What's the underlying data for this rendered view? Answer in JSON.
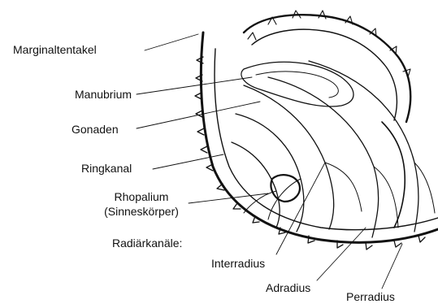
{
  "labels": {
    "marginaltentakel": "Marginaltentakel",
    "manubrium": "Manubrium",
    "gonaden": "Gonaden",
    "ringkanal": "Ringkanal",
    "rhopalium_line1": "Rhopalium",
    "rhopalium_line2": "(Sinneskörper)",
    "radiarkanale": "Radiärkanäle:",
    "interradius": "Interradius",
    "adradius": "Adradius",
    "perradius": "Perradius"
  },
  "colors": {
    "ink": "#111111",
    "background": "#ffffff"
  }
}
